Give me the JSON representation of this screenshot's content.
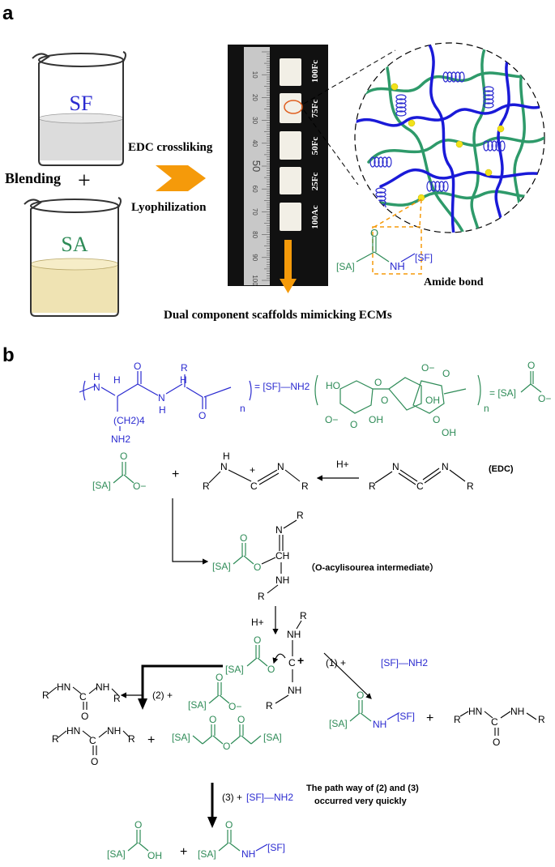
{
  "panel_a": {
    "label": "a",
    "beaker_top_label": "SF",
    "beaker_bottom_label": "SA",
    "blending_label": "Blending",
    "plus_sign": "+",
    "step1_label": "EDC crossliking",
    "step2_label": "Lyophilization",
    "ruler_numbers": [
      "10",
      "20",
      "30",
      "40",
      "50",
      "60",
      "70",
      "80",
      "90",
      "100"
    ],
    "sample_labels": [
      "100Fc",
      "75Fc",
      "50Fc",
      "25Fc",
      "100Ac"
    ],
    "bond_sa": "[SA]",
    "bond_sf": "[SF]",
    "bond_o": "O",
    "bond_nh": "NH",
    "amide_label": "Amide bond",
    "caption": "Dual component scaffolds mimicking ECMs",
    "colors": {
      "sf_chain": "#1a1ad8",
      "sa_chain": "#2e9a6a",
      "crosslink": "#f2e21a",
      "arrow": "#f59a0a",
      "sa_liquid": "#efe3b3"
    }
  },
  "panel_b": {
    "label": "b",
    "sf_repeat_n": "n",
    "sf_side_chain": "(CH2)4",
    "sf_amine": "NH2",
    "sf_equals": "= [SF]—NH2",
    "sa_repeat_n": "n",
    "sa_equals": "= [SA]",
    "acid_H": "H+",
    "edc_label": "(EDC)",
    "intermediate_label": "（O-acylisourea intermediate）",
    "path1_label": "(1) +",
    "path2_label": "(2) +",
    "path3_label": "(3) +",
    "sf_nh2": "[SF]—NH2",
    "sa": "[SA]",
    "sf": "[SF]",
    "quick_note_line1": "The path way of (2) and (3)",
    "quick_note_line2": "occurred very quickly",
    "atoms": {
      "O": "O",
      "O_minus": "O−",
      "N": "N",
      "NH": "NH",
      "HN": "HN",
      "H": "H",
      "C": "C",
      "R": "R",
      "OH": "OH",
      "HO": "HO",
      "CH": "CH",
      "plus": "+"
    }
  }
}
